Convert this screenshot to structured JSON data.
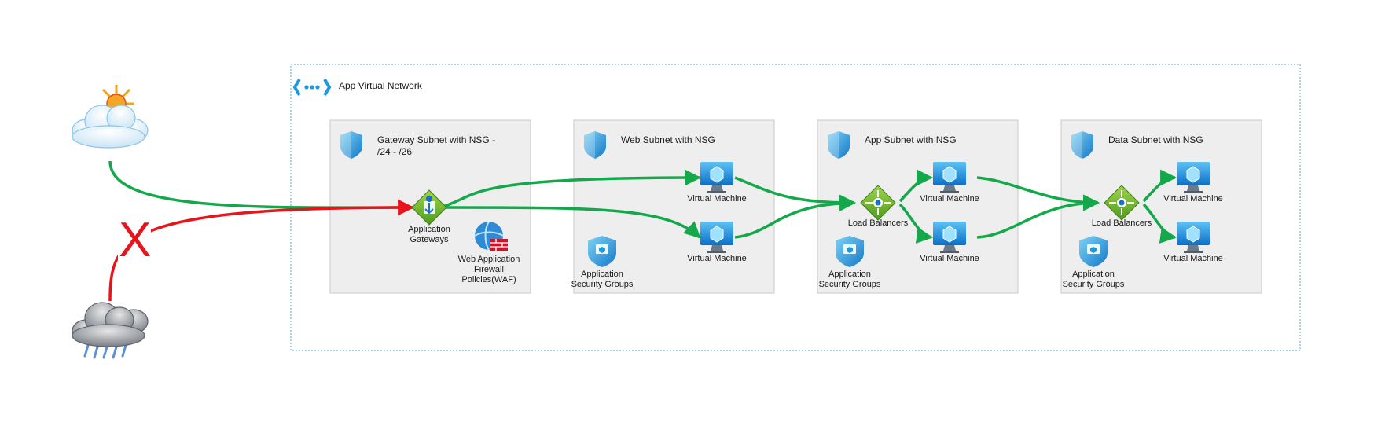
{
  "vnet": {
    "title": "App Virtual Network"
  },
  "subnets": [
    {
      "title_line1": "Gateway Subnet with NSG -",
      "title_line2": "/24 - /26"
    },
    {
      "title_line1": "Web Subnet with NSG",
      "title_line2": ""
    },
    {
      "title_line1": "App Subnet with NSG",
      "title_line2": ""
    },
    {
      "title_line1": "Data Subnet with NSG",
      "title_line2": ""
    }
  ],
  "labels": {
    "app_gateway": [
      "Application",
      "Gateways"
    ],
    "waf": [
      "Web Application",
      "Firewall",
      "Policies(WAF)"
    ],
    "vm": "Virtual Machine",
    "lb": "Load Balancers",
    "asg": [
      "Application",
      "Security Groups"
    ],
    "blocked": "X"
  },
  "icons": {
    "vnet": "virtual-network-icon",
    "nsg": "shield-icon",
    "good_traffic": "sunny-cloud-icon",
    "bad_traffic": "storm-cloud-icon"
  },
  "colors": {
    "allowed_flow": "#13a84a",
    "blocked_flow": "#e8141b",
    "subnet_fill": "#eeeeee",
    "vnet_border": "#5aa7d6"
  }
}
